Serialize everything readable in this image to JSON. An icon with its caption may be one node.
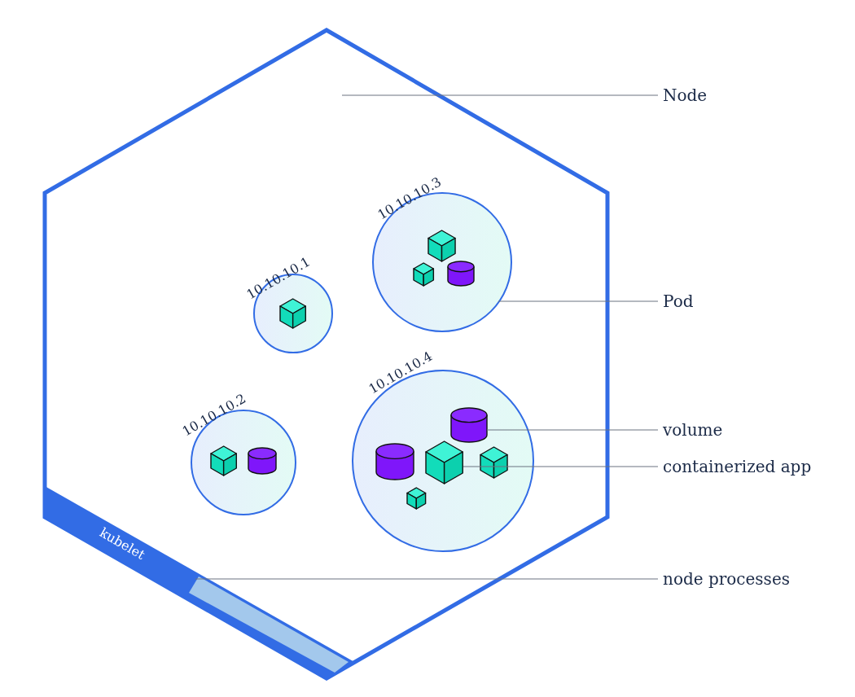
{
  "diagram": {
    "nodes": [
      {
        "text": [],
        "shape": "hexagon"
      },
      {
        "text": [
          "10.10.10.3"
        ],
        "in": 0
      },
      {
        "text": [
          "10.10.10.1"
        ],
        "in": 0
      },
      {
        "text": [
          "10.10.10.4"
        ],
        "in": 0
      },
      {
        "text": [
          "10.10.10.2"
        ],
        "in": 0
      },
      {
        "text": [],
        "shape": "cylinder",
        "in": 3
      },
      {
        "text": [],
        "shape": "cube",
        "in": 3
      },
      {
        "text": [
          "kubelet"
        ],
        "in": 0
      },
      {
        "text": [],
        "shape": "band",
        "in": 7
      },
      {
        "text": [
          "Node"
        ]
      },
      {
        "text": [
          "Pod"
        ]
      },
      {
        "text": [
          "volume"
        ]
      },
      {
        "text": [
          "containerized app"
        ]
      },
      {
        "text": [
          "node processes"
        ]
      }
    ],
    "edges": [
      {
        "from": 9,
        "to": 0,
        "arrow": "none"
      },
      {
        "from": 10,
        "to": 1,
        "arrow": "none"
      },
      {
        "from": 11,
        "to": 5,
        "arrow": "none"
      },
      {
        "from": 12,
        "to": 6,
        "arrow": "none"
      },
      {
        "from": 13,
        "to": 8,
        "arrow": "none"
      }
    ]
  }
}
